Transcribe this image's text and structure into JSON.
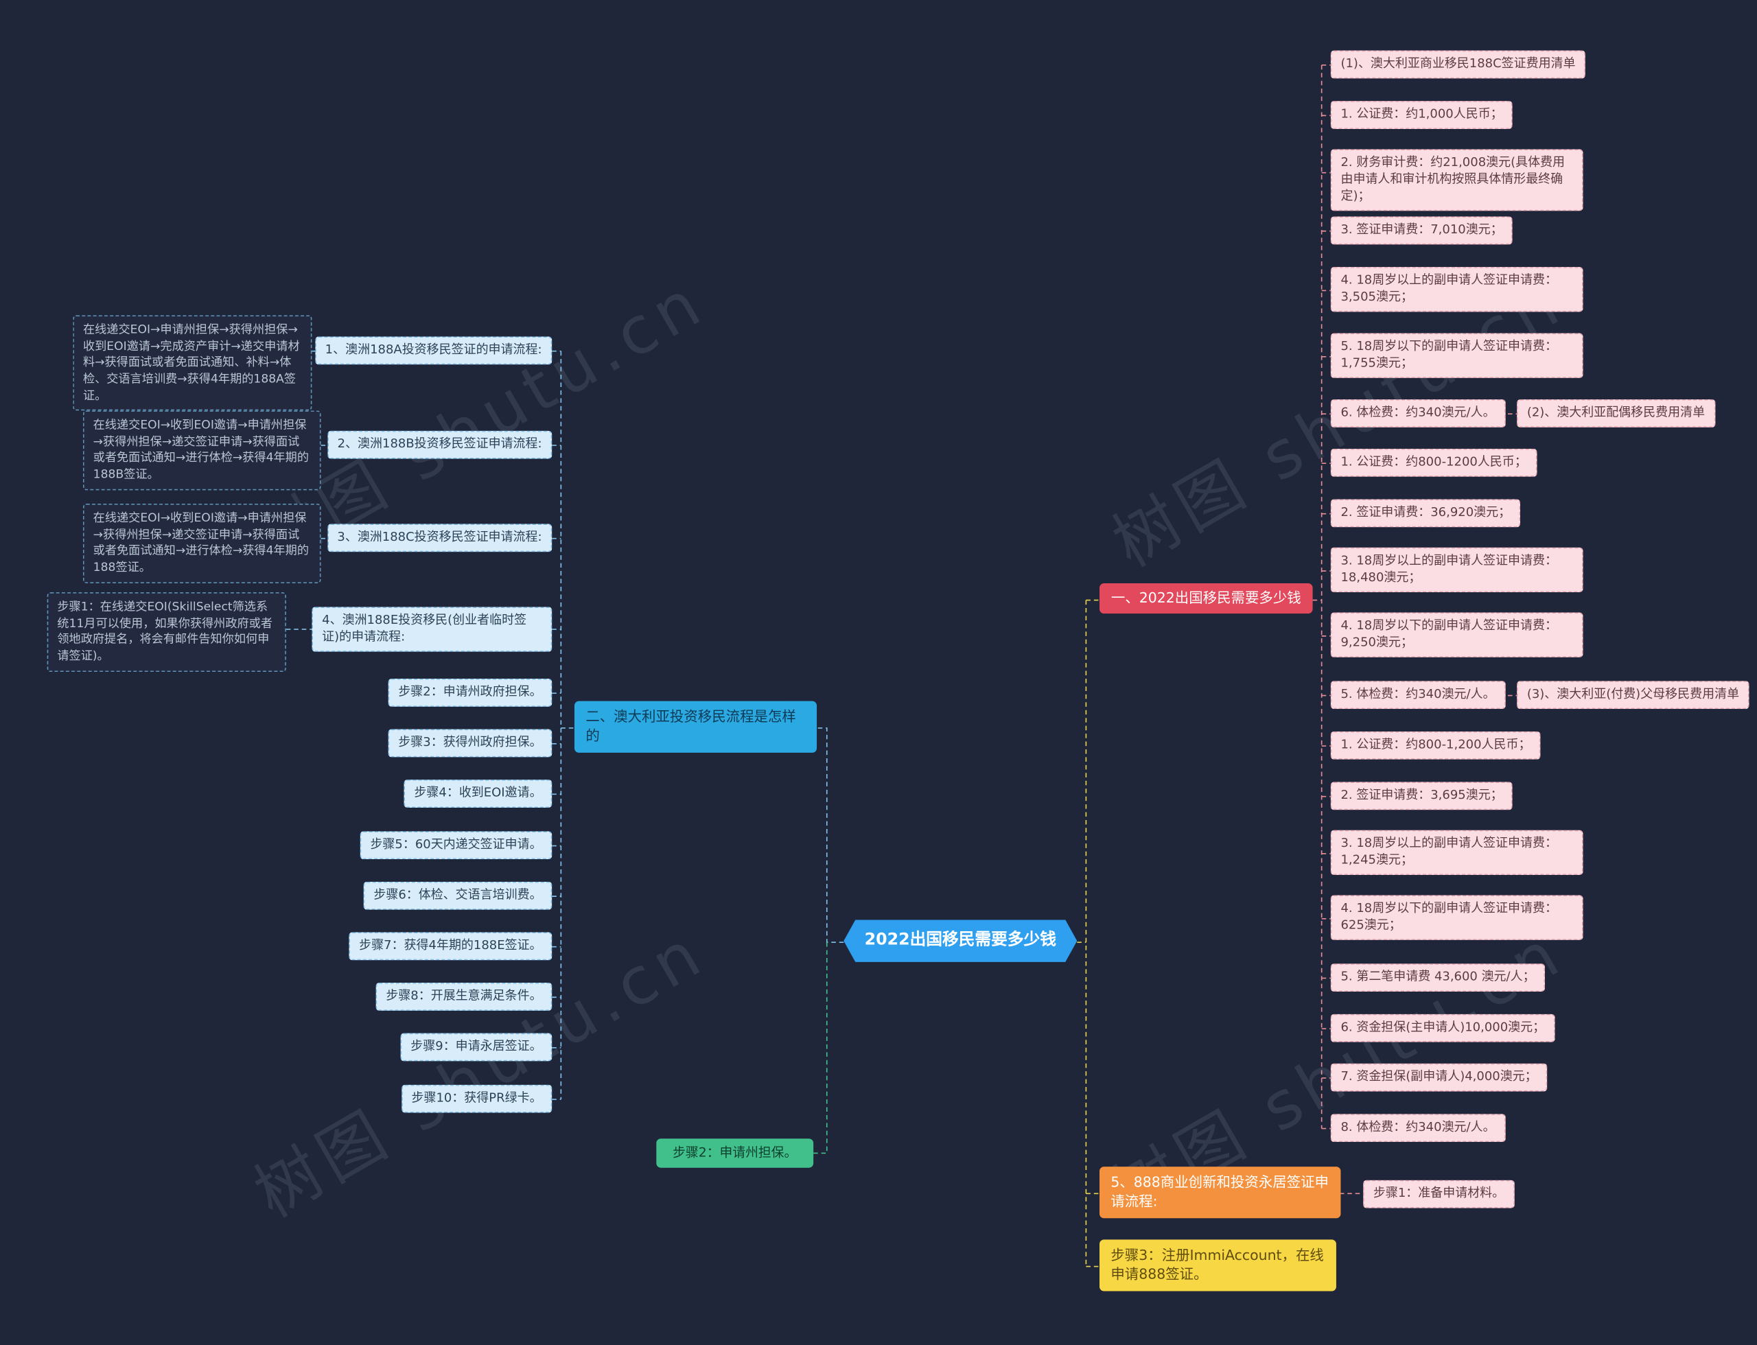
{
  "app": {
    "watermark": "树图 shutu.cn"
  },
  "center": {
    "label": "2022出国移民需要多少钱"
  },
  "colors": {
    "background": "#20263a",
    "center": "#2f9ff0",
    "branch_left": "#2ba9e2",
    "branch_right": "#e2495c",
    "light_blue_node": "#d9ecfa",
    "pink_node": "#fbdee3",
    "green_node": "#41c08c",
    "orange_node": "#f3913e",
    "yellow_node": "#f7d844"
  },
  "left_branch": {
    "label": "二、澳大利亚投资移民流程是怎样的",
    "flows": [
      {
        "label": "1、澳洲188A投资移民签证的申请流程:",
        "detail": "在线递交EOI→申请州担保→获得州担保→收到EOI邀请→完成资产审计→递交申请材料→获得面试或者免面试通知、补料→体检、交语言培训费→获得4年期的188A签证。"
      },
      {
        "label": "2、澳洲188B投资移民签证申请流程:",
        "detail": "在线递交EOI→收到EOI邀请→申请州担保→获得州担保→递交签证申请→获得面试或者免面试通知→进行体检→获得4年期的188B签证。"
      },
      {
        "label": "3、澳洲188C投资移民签证申请流程:",
        "detail": "在线递交EOI→收到EOI邀请→申请州担保→获得州担保→递交签证申请→获得面试或者免面试通知→进行体检→获得4年期的188签证。"
      },
      {
        "label": "4、澳洲188E投资移民(创业者临时签证)的申请流程:",
        "detail": "步骤1：在线递交EOI(SkillSelect筛选系统11月可以使用，如果你获得州政府或者领地政府提名，将会有邮件告知你如何申请签证)。"
      }
    ],
    "steps": [
      "步骤2：申请州政府担保。",
      "步骤3：获得州政府担保。",
      "步骤4：收到EOI邀请。",
      "步骤5：60天内递交签证申请。",
      "步骤6：体检、交语言培训费。",
      "步骤7：获得4年期的188E签证。",
      "步骤8：开展生意满足条件。",
      "步骤9：申请永居签证。",
      "步骤10：获得PR绿卡。"
    ],
    "sponsor_step": "步骤2：申请州担保。"
  },
  "right_branch": {
    "label": "一、2022出国移民需要多少钱",
    "lists": [
      {
        "title": "(1)、澳大利亚商业移民188C签证费用清单",
        "items": [
          "1. 公证费：约1,000人民币；",
          "2. 财务审计费：约21,008澳元(具体费用由申请人和审计机构按照具体情形最终确定)；",
          "3. 签证申请费：7,010澳元；",
          "4. 18周岁以上的副申请人签证申请费：3,505澳元；",
          "5. 18周岁以下的副申请人签证申请费：1,755澳元；",
          "6. 体检费：约340澳元/人。"
        ]
      },
      {
        "title": "(2)、澳大利亚配偶移民费用清单",
        "items": [
          "1. 公证费：约800-1200人民币；",
          "2. 签证申请费：36,920澳元；",
          "3. 18周岁以上的副申请人签证申请费：18,480澳元；",
          "4. 18周岁以下的副申请人签证申请费：9,250澳元；",
          "5. 体检费：约340澳元/人。"
        ]
      },
      {
        "title": "(3)、澳大利亚(付费)父母移民费用清单",
        "items": [
          "1. 公证费：约800-1,200人民币；",
          "2. 签证申请费：3,695澳元；",
          "3. 18周岁以上的副申请人签证申请费：1,245澳元；",
          "4. 18周岁以下的副申请人签证申请费：625澳元；",
          "5. 第二笔申请费 43,600 澳元/人；",
          "6. 资金担保(主申请人)10,000澳元；",
          "7. 资金担保(副申请人)4,000澳元；",
          "8. 体检费：约340澳元/人。"
        ]
      }
    ],
    "flow_888": {
      "label": "5、888商业创新和投资永居签证申请流程:",
      "step1": "步骤1：准备申请材料。",
      "step3": "步骤3：注册ImmiAccount，在线申请888签证。"
    }
  }
}
